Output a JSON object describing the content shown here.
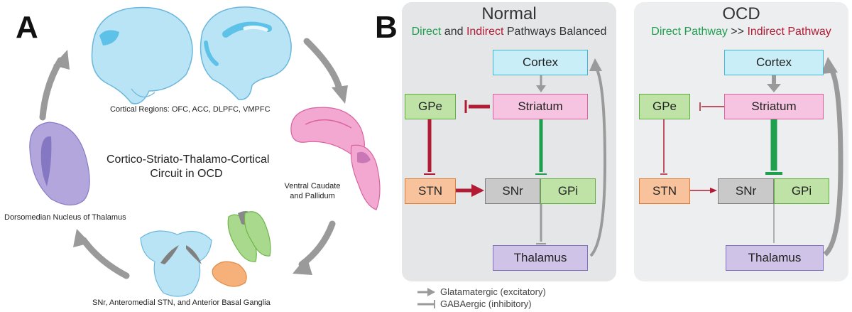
{
  "panel_a": {
    "letter": "A",
    "cortex_label": "Cortical Regions: OFC, ACC, DLPFC, VMPFC",
    "center_line1": "Cortico-Striato-Thalamo-Cortical",
    "center_line2": "Circuit in OCD",
    "caudate_line1": "Ventral Caudate",
    "caudate_line2": "and Pallidum",
    "thalamus_label": "Dorsomedian Nucleus of Thalamus",
    "basal_label": "SNr, Anteromedial STN, and Anterior Basal Ganglia"
  },
  "panel_b": {
    "letter": "B",
    "normal": {
      "title": "Normal",
      "sub_direct": "Direct",
      "sub_and": " and ",
      "sub_indirect": "Indirect",
      "sub_rest": " Pathways Balanced",
      "boxes": {
        "cortex": "Cortex",
        "striatum": "Striatum",
        "gpe": "GPe",
        "stn": "STN",
        "snr": "SNr",
        "gpi": "GPi",
        "thalamus": "Thalamus"
      }
    },
    "ocd": {
      "title": "OCD",
      "sub_direct": "Direct Pathway",
      "sub_gt": " >> ",
      "sub_indirect": "Indirect Pathway",
      "boxes": {
        "cortex": "Cortex",
        "striatum": "Striatum",
        "gpe": "GPe",
        "stn": "STN",
        "snr": "SNr",
        "gpi": "GPi",
        "thalamus": "Thalamus"
      }
    },
    "legend": {
      "excitatory": "Glatamatergic (excitatory)",
      "inhibitory": "GABAergic (inhibitory)"
    }
  },
  "colors": {
    "direct": "#1fa04f",
    "indirect": "#b31b34",
    "arrow_gray": "#9a9a9a",
    "cortex_fill": "#c9eef8",
    "striatum_fill": "#f6c4e0",
    "gp_fill": "#bfe3a6",
    "stn_fill": "#f8c39c",
    "snr_fill": "#c9c9c9",
    "thalamus_fill": "#cfc4e8"
  }
}
